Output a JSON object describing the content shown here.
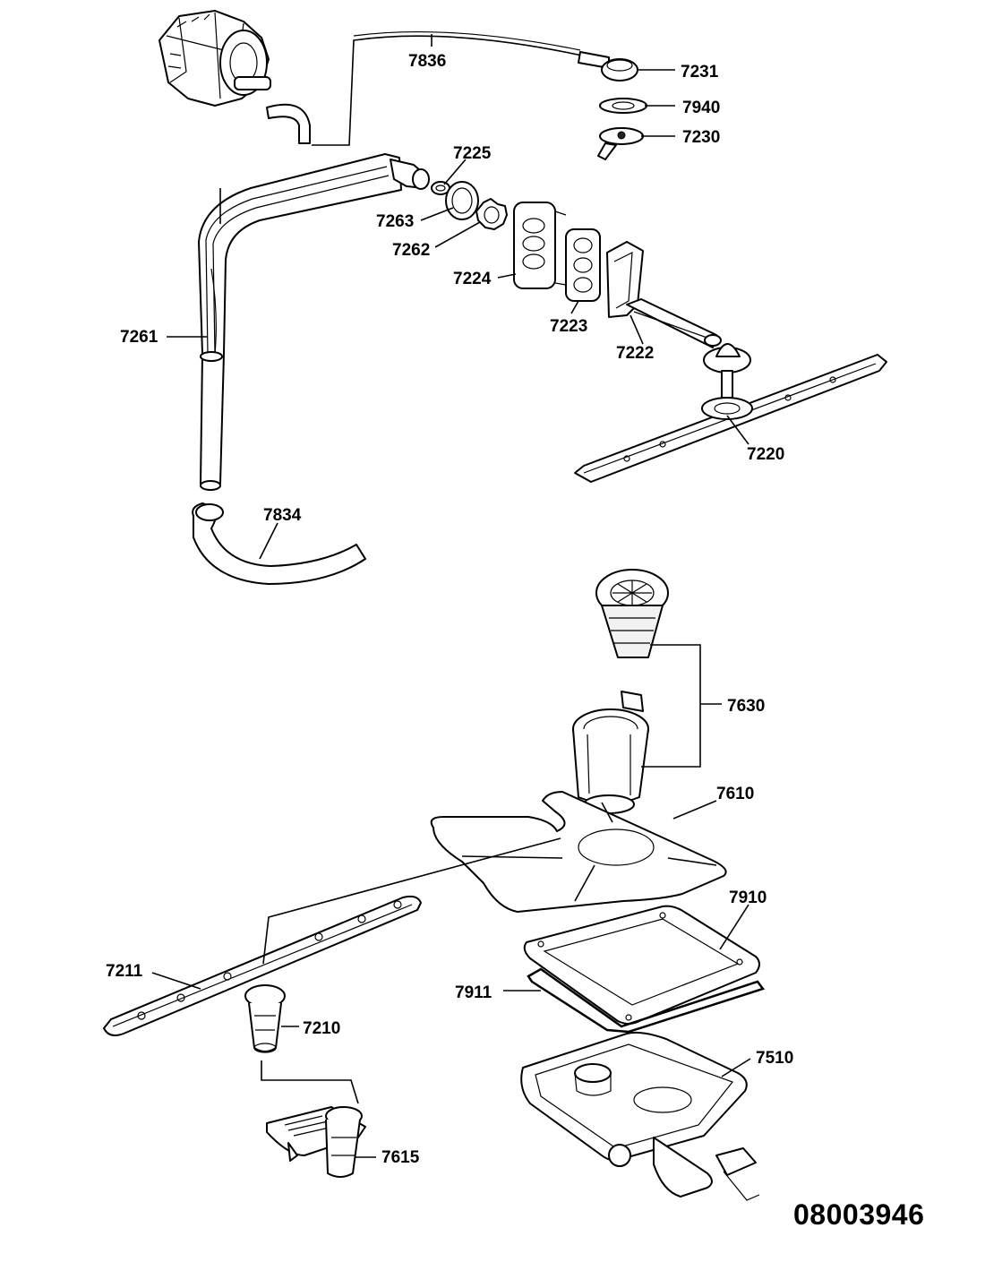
{
  "labels": {
    "l7836": "7836",
    "l7231": "7231",
    "l7940": "7940",
    "l7230": "7230",
    "l7225": "7225",
    "l7263": "7263",
    "l7262": "7262",
    "l7224": "7224",
    "l7223": "7223",
    "l7222": "7222",
    "l7261": "7261",
    "l7220": "7220",
    "l7834": "7834",
    "l7630": "7630",
    "l7610": "7610",
    "l7910": "7910",
    "l7911": "7911",
    "l7211": "7211",
    "l7210": "7210",
    "l7510": "7510",
    "l7615": "7615"
  },
  "reference_number": "08003946"
}
